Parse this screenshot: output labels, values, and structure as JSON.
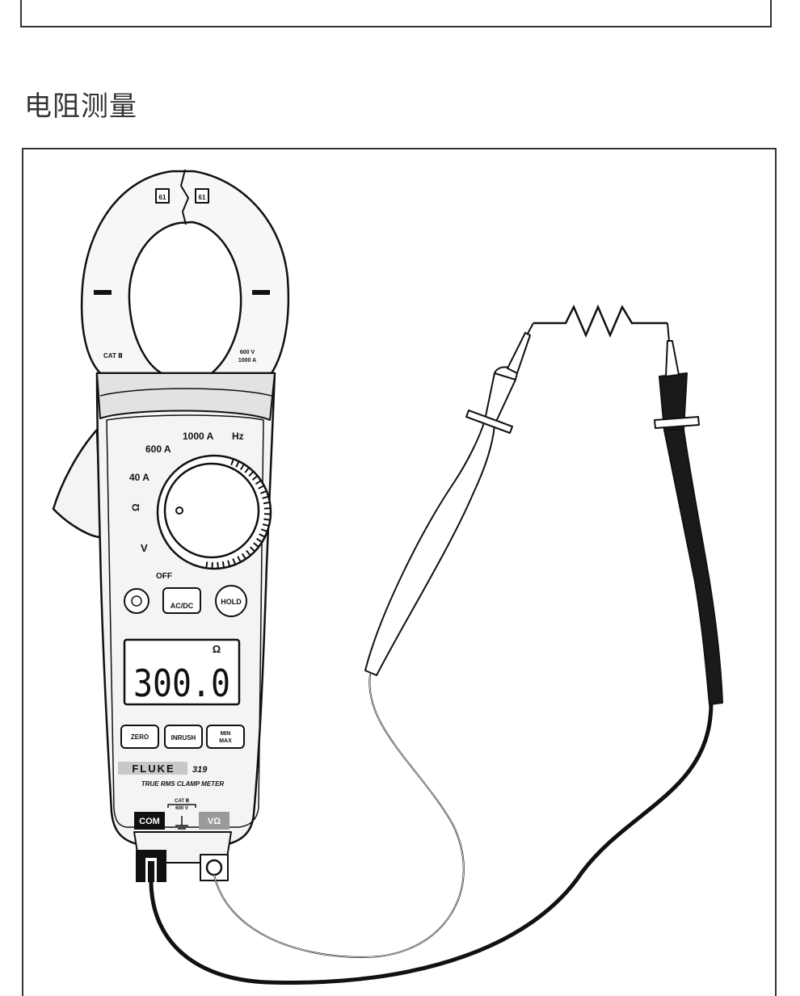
{
  "section_title": "电阻测量",
  "jaw": {
    "badge_left": "61",
    "badge_right": "61",
    "cat_label": "CAT Ⅲ",
    "rating_voltage": "600 V",
    "rating_current": "1000 A"
  },
  "dial": {
    "pos_1000a": "1000 A",
    "pos_hz": "Hz",
    "pos_600a": "600 A",
    "pos_40a": "40 A",
    "pos_ohm": "Ω",
    "pos_v": "V",
    "pos_off": "OFF"
  },
  "buttons": {
    "acdc": "AC/DC",
    "hold": "HOLD",
    "zero": "ZERO",
    "inrush": "INRUSH",
    "min": "MIN",
    "max": "MAX"
  },
  "display": {
    "unit": "Ω",
    "reading": "300.0"
  },
  "brand": {
    "name": "FLUKE",
    "model": "319",
    "subtitle": "TRUE RMS CLAMP METER"
  },
  "terminals": {
    "cat": "CAT Ⅲ",
    "voltage": "600 V",
    "com": "COM",
    "vohm": "VΩ"
  },
  "colors": {
    "line": "#111111",
    "meter_body": "#f4f4f4",
    "black_probe": "#1a1a1a"
  }
}
